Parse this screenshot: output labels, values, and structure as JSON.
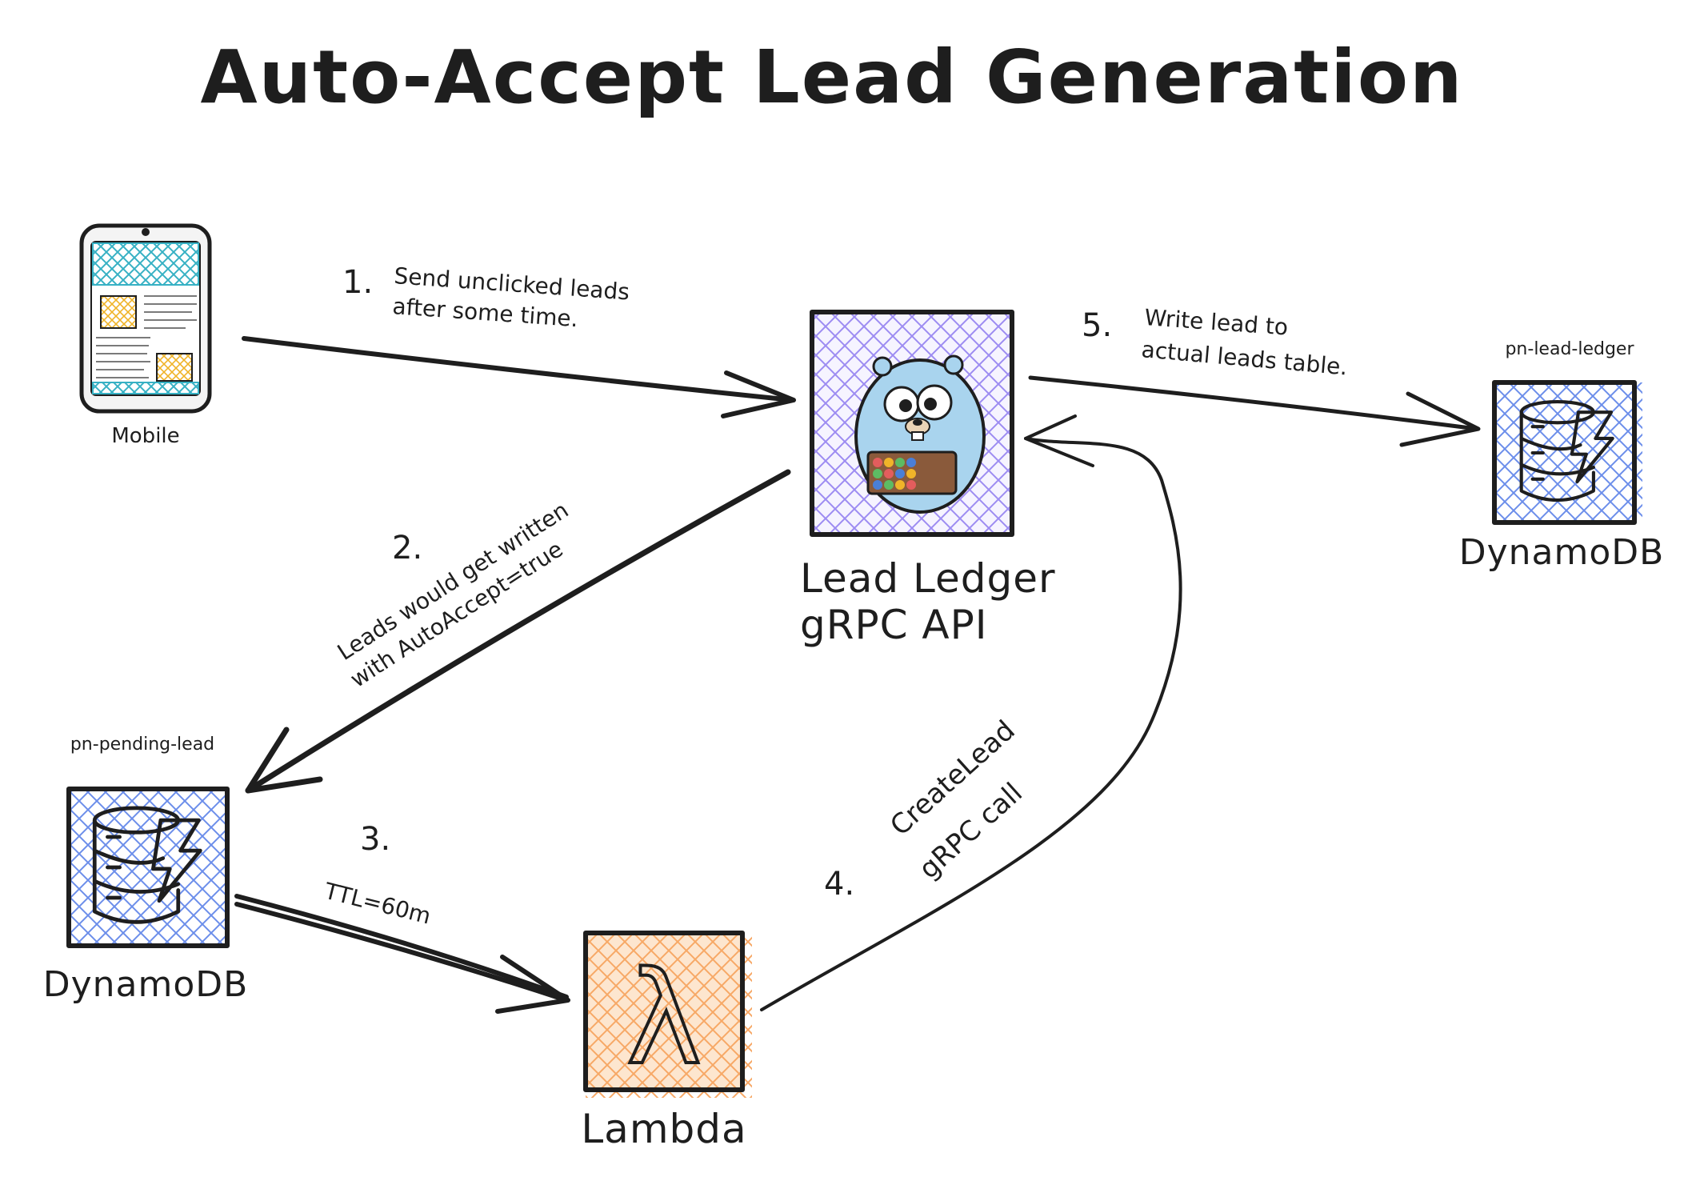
{
  "title": "Auto-Accept Lead Generation",
  "nodes": {
    "mobile": {
      "label": "Mobile"
    },
    "grpc_api": {
      "label_line1": "Lead Ledger",
      "label_line2": "gRPC API"
    },
    "dynamodb_pending": {
      "label": "DynamoDB",
      "table_name": "pn-pending-lead"
    },
    "dynamodb_ledger": {
      "label": "DynamoDB",
      "table_name": "pn-lead-ledger"
    },
    "lambda": {
      "label": "Lambda",
      "symbol": "λ"
    }
  },
  "steps": {
    "step1": {
      "number": "1.",
      "line1": "Send unclicked leads",
      "line2": "after some time."
    },
    "step2": {
      "number": "2.",
      "line1": "Leads would get written",
      "line2": "with AutoAccept=true"
    },
    "step3": {
      "number": "3.",
      "text": "TTL=60m"
    },
    "step4": {
      "number": "4.",
      "line1": "CreateLead",
      "line2": "gRPC call"
    },
    "step5": {
      "number": "5.",
      "line1": "Write lead to",
      "line2": "actual leads table."
    }
  },
  "colors": {
    "ink": "#1e1e1e",
    "dynamodb_hatch": "#6c8eea",
    "lambda_hatch": "#f7a866",
    "lambda_fill": "#fde6cf",
    "grpc_hatch": "#9d8cf2",
    "mobile_teal": "#37b1c4",
    "mobile_yellow": "#f0b429"
  }
}
